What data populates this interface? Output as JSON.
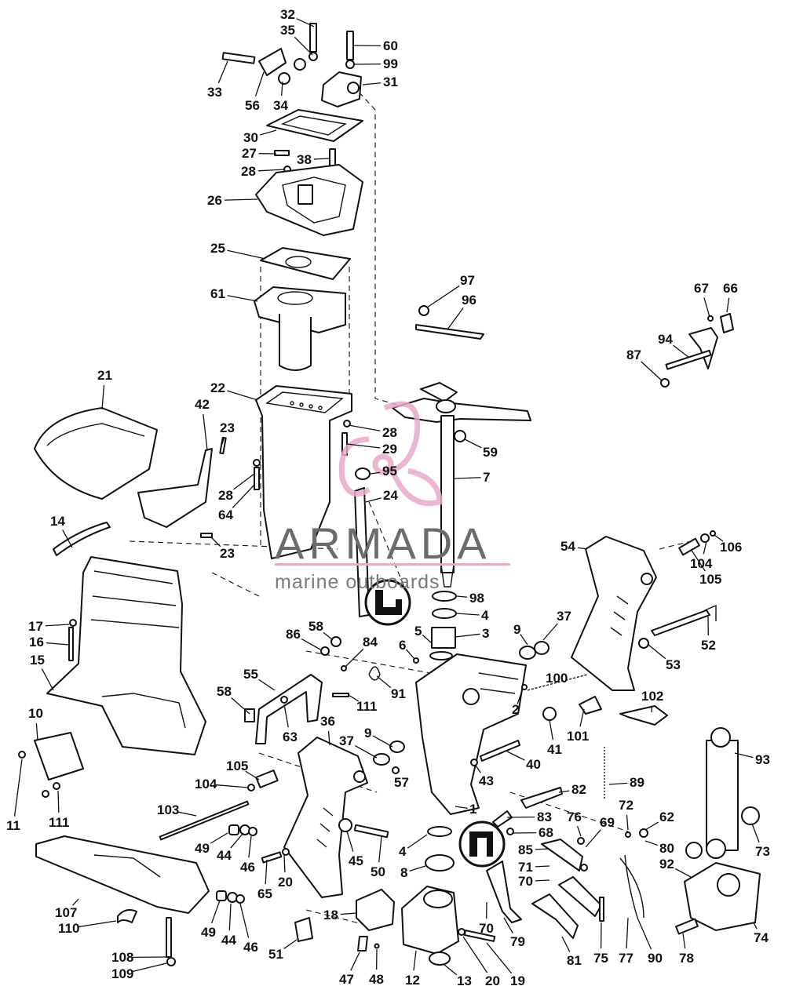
{
  "watermark": {
    "brand": "ARMADA",
    "tagline": "marine outboards",
    "accent_color": "#e6a9c9"
  },
  "part_numbers": [
    "1",
    "2",
    "3",
    "4",
    "5",
    "6",
    "7",
    "8",
    "9",
    "10",
    "11",
    "12",
    "13",
    "14",
    "15",
    "16",
    "17",
    "18",
    "19",
    "20",
    "21",
    "22",
    "23",
    "24",
    "25",
    "26",
    "27",
    "28",
    "29",
    "30",
    "31",
    "32",
    "33",
    "34",
    "35",
    "36",
    "37",
    "38",
    "40",
    "41",
    "42",
    "43",
    "44",
    "45",
    "46",
    "47",
    "48",
    "49",
    "50",
    "51",
    "52",
    "53",
    "54",
    "55",
    "56",
    "57",
    "58",
    "59",
    "60",
    "61",
    "62",
    "63",
    "64",
    "65",
    "66",
    "67",
    "68",
    "69",
    "70",
    "71",
    "72",
    "73",
    "74",
    "75",
    "76",
    "77",
    "78",
    "79",
    "80",
    "81",
    "82",
    "83",
    "84",
    "85",
    "86",
    "87",
    "89",
    "90",
    "91",
    "92",
    "93",
    "94",
    "95",
    "96",
    "97",
    "98",
    "99",
    "100",
    "101",
    "102",
    "103",
    "104",
    "105",
    "106",
    "107",
    "108",
    "109",
    "110",
    "111"
  ],
  "callouts": [
    {
      "id": "c32",
      "label": "32"
    },
    {
      "id": "c35",
      "label": "35"
    },
    {
      "id": "c60",
      "label": "60"
    },
    {
      "id": "c99",
      "label": "99"
    },
    {
      "id": "c31",
      "label": "31"
    },
    {
      "id": "c33",
      "label": "33"
    },
    {
      "id": "c56",
      "label": "56"
    },
    {
      "id": "c34",
      "label": "34"
    },
    {
      "id": "c30",
      "label": "30"
    },
    {
      "id": "c27",
      "label": "27"
    },
    {
      "id": "c38",
      "label": "38"
    },
    {
      "id": "c28a",
      "label": "28"
    },
    {
      "id": "c26",
      "label": "26"
    },
    {
      "id": "c25",
      "label": "25"
    },
    {
      "id": "c61",
      "label": "61"
    },
    {
      "id": "c97",
      "label": "97"
    },
    {
      "id": "c96",
      "label": "96"
    },
    {
      "id": "c67",
      "label": "67"
    },
    {
      "id": "c66",
      "label": "66"
    },
    {
      "id": "c94",
      "label": "94"
    },
    {
      "id": "c87",
      "label": "87"
    },
    {
      "id": "c21",
      "label": "21"
    },
    {
      "id": "c22",
      "label": "22"
    },
    {
      "id": "c42",
      "label": "42"
    },
    {
      "id": "c23a",
      "label": "23"
    },
    {
      "id": "c28b",
      "label": "28"
    },
    {
      "id": "c29",
      "label": "29"
    },
    {
      "id": "c59",
      "label": "59"
    },
    {
      "id": "c95",
      "label": "95"
    },
    {
      "id": "c7",
      "label": "7"
    },
    {
      "id": "c28c",
      "label": "28"
    },
    {
      "id": "c64",
      "label": "64"
    },
    {
      "id": "c24",
      "label": "24"
    },
    {
      "id": "c14",
      "label": "14"
    },
    {
      "id": "c23b",
      "label": "23"
    },
    {
      "id": "c54",
      "label": "54"
    },
    {
      "id": "c106",
      "label": "106"
    },
    {
      "id": "c104a",
      "label": "104"
    },
    {
      "id": "c105a",
      "label": "105"
    },
    {
      "id": "c98",
      "label": "98"
    },
    {
      "id": "c4a",
      "label": "4"
    },
    {
      "id": "c37a",
      "label": "37"
    },
    {
      "id": "c17",
      "label": "17"
    },
    {
      "id": "c58a",
      "label": "58"
    },
    {
      "id": "c5",
      "label": "5"
    },
    {
      "id": "c3",
      "label": "3"
    },
    {
      "id": "c9a",
      "label": "9"
    },
    {
      "id": "c16",
      "label": "16"
    },
    {
      "id": "c86",
      "label": "86"
    },
    {
      "id": "c84",
      "label": "84"
    },
    {
      "id": "c6",
      "label": "6"
    },
    {
      "id": "c52",
      "label": "52"
    },
    {
      "id": "c53",
      "label": "53"
    },
    {
      "id": "c15",
      "label": "15"
    },
    {
      "id": "c55",
      "label": "55"
    },
    {
      "id": "c91",
      "label": "91"
    },
    {
      "id": "c100",
      "label": "100"
    },
    {
      "id": "c58b",
      "label": "58"
    },
    {
      "id": "c111a",
      "label": "111"
    },
    {
      "id": "c2",
      "label": "2"
    },
    {
      "id": "c102",
      "label": "102"
    },
    {
      "id": "c10",
      "label": "10"
    },
    {
      "id": "c63",
      "label": "63"
    },
    {
      "id": "c36",
      "label": "36"
    },
    {
      "id": "c41",
      "label": "41"
    },
    {
      "id": "c101",
      "label": "101"
    },
    {
      "id": "c37b",
      "label": "37"
    },
    {
      "id": "c9b",
      "label": "9"
    },
    {
      "id": "c93",
      "label": "93"
    },
    {
      "id": "c40",
      "label": "40"
    },
    {
      "id": "c89",
      "label": "89"
    },
    {
      "id": "c105b",
      "label": "105"
    },
    {
      "id": "c43",
      "label": "43"
    },
    {
      "id": "c104b",
      "label": "104"
    },
    {
      "id": "c57",
      "label": "57"
    },
    {
      "id": "c82",
      "label": "82"
    },
    {
      "id": "c103",
      "label": "103"
    },
    {
      "id": "c1",
      "label": "1"
    },
    {
      "id": "c72",
      "label": "72"
    },
    {
      "id": "c11",
      "label": "11"
    },
    {
      "id": "c111b",
      "label": "111"
    },
    {
      "id": "c83",
      "label": "83"
    },
    {
      "id": "c62",
      "label": "62"
    },
    {
      "id": "c76",
      "label": "76"
    },
    {
      "id": "c68",
      "label": "68"
    },
    {
      "id": "c69",
      "label": "69"
    },
    {
      "id": "c49a",
      "label": "49"
    },
    {
      "id": "c44a",
      "label": "44"
    },
    {
      "id": "c46a",
      "label": "46"
    },
    {
      "id": "c45",
      "label": "45"
    },
    {
      "id": "c50",
      "label": "50"
    },
    {
      "id": "c4b",
      "label": "4"
    },
    {
      "id": "c85",
      "label": "85"
    },
    {
      "id": "c80",
      "label": "80"
    },
    {
      "id": "c73",
      "label": "73"
    },
    {
      "id": "c92",
      "label": "92"
    },
    {
      "id": "c8",
      "label": "8"
    },
    {
      "id": "c71",
      "label": "71"
    },
    {
      "id": "c65",
      "label": "65"
    },
    {
      "id": "c20a",
      "label": "20"
    },
    {
      "id": "c70a",
      "label": "70"
    },
    {
      "id": "c107",
      "label": "107"
    },
    {
      "id": "c110",
      "label": "110"
    },
    {
      "id": "c18",
      "label": "18"
    },
    {
      "id": "c70b",
      "label": "70"
    },
    {
      "id": "c79",
      "label": "79"
    },
    {
      "id": "c81",
      "label": "81"
    },
    {
      "id": "c75",
      "label": "75"
    },
    {
      "id": "c77",
      "label": "77"
    },
    {
      "id": "c90",
      "label": "90"
    },
    {
      "id": "c78",
      "label": "78"
    },
    {
      "id": "c74",
      "label": "74"
    },
    {
      "id": "c49b",
      "label": "49"
    },
    {
      "id": "c44b",
      "label": "44"
    },
    {
      "id": "c46b",
      "label": "46"
    },
    {
      "id": "c51",
      "label": "51"
    },
    {
      "id": "c108",
      "label": "108"
    },
    {
      "id": "c109",
      "label": "109"
    },
    {
      "id": "c47",
      "label": "47"
    },
    {
      "id": "c48",
      "label": "48"
    },
    {
      "id": "c12",
      "label": "12"
    },
    {
      "id": "c13",
      "label": "13"
    },
    {
      "id": "c20b",
      "label": "20"
    },
    {
      "id": "c19",
      "label": "19"
    }
  ]
}
